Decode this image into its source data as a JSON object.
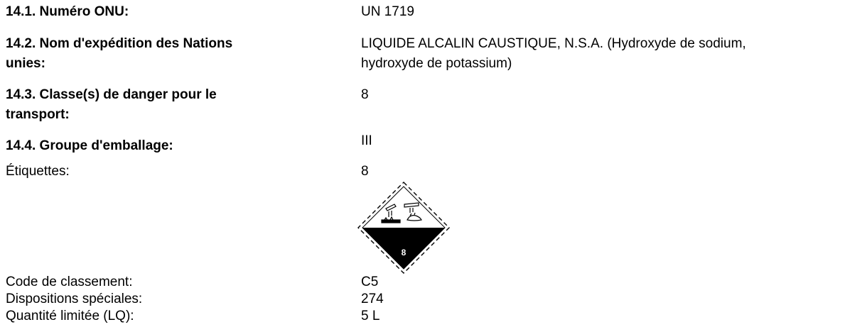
{
  "rows": [
    {
      "label": "14.1. Numéro ONU:",
      "value": "UN 1719"
    },
    {
      "label_line1": "14.2. Nom d'expédition des Nations",
      "label_line2": "unies:",
      "value_line1": "LIQUIDE ALCALIN CAUSTIQUE, N.S.A. (Hydroxyde de sodium,",
      "value_line2": "hydroxyde de potassium)"
    },
    {
      "label_line1": "14.3. Classe(s) de danger pour le",
      "label_line2": "transport:",
      "value": "8"
    },
    {
      "label": "14.4. Groupe d'emballage:",
      "value": "III"
    },
    {
      "label": "Étiquettes:",
      "value": "8"
    }
  ],
  "placard": {
    "number": "8",
    "icon": "corrosive-placard-icon",
    "colors": {
      "top": "#ffffff",
      "bottom": "#000000"
    }
  },
  "details": [
    {
      "label": "Code de classement:",
      "value": "C5"
    },
    {
      "label": "Dispositions spéciales:",
      "value": "274"
    },
    {
      "label": "Quantité limitée (LQ):",
      "value": "5 L"
    }
  ]
}
